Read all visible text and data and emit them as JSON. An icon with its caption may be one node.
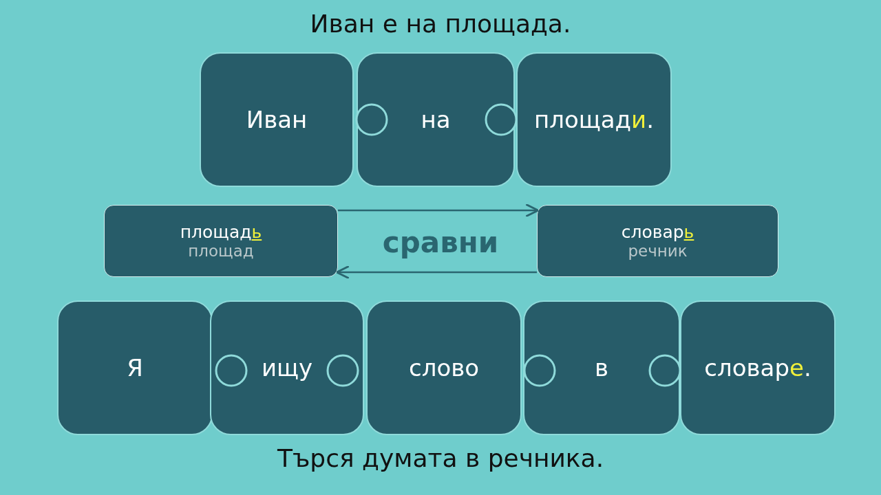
{
  "diagram": {
    "title": "Иван е на площада.",
    "caption": "Търся думата в речника.",
    "nodes": [
      {
        "text": [
          "Иван"
        ]
      },
      {
        "text": [
          "на"
        ]
      },
      {
        "text": [
          "площад**и**."
        ]
      },
      {
        "text": [
          "площад**ь**",
          "площад"
        ]
      },
      {
        "text": [
          "словар**ь**",
          "речник"
        ]
      },
      {
        "text": [
          "Я"
        ]
      },
      {
        "text": [
          "ищу"
        ]
      },
      {
        "text": [
          "слово"
        ]
      },
      {
        "text": [
          "в"
        ]
      },
      {
        "text": [
          "словар**е**."
        ]
      }
    ],
    "edges": [
      {
        "from": 3,
        "to": 4,
        "arrow": "to"
      },
      {
        "from": 4,
        "to": 3,
        "arrow": "to"
      }
    ],
    "labels": [
      "сравни"
    ]
  }
}
